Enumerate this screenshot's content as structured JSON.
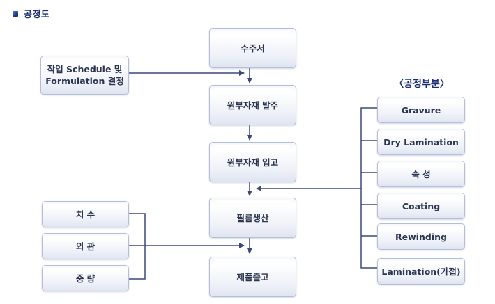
{
  "title": {
    "icon": "square-bullet-icon",
    "text": "공정도"
  },
  "main_flow": [
    {
      "id": "order",
      "label": "수주서"
    },
    {
      "id": "material-order",
      "label": "원부자재 발주"
    },
    {
      "id": "material-receipt",
      "label": "원부자재 입고"
    },
    {
      "id": "film-production",
      "label": "필름생산"
    },
    {
      "id": "shipment",
      "label": "제품출고"
    }
  ],
  "schedule_box": {
    "line1": "작업 Schedule 및",
    "line2": "Formulation 결정"
  },
  "inspection_items": [
    {
      "label": "치 수"
    },
    {
      "label": "외 관"
    },
    {
      "label": "중 량"
    }
  ],
  "process_section": {
    "title": "〈공정부분〉",
    "items": [
      {
        "label": "Gravure"
      },
      {
        "label": "Dry Lamination"
      },
      {
        "label": "숙 성"
      },
      {
        "label": "Coating"
      },
      {
        "label": "Rewinding"
      },
      {
        "label": "Lamination(가접)"
      }
    ]
  },
  "colors": {
    "line": "#3b4878",
    "title": "#1c2f74",
    "text": "#2b3550",
    "box_border": "#b4bfd7"
  }
}
